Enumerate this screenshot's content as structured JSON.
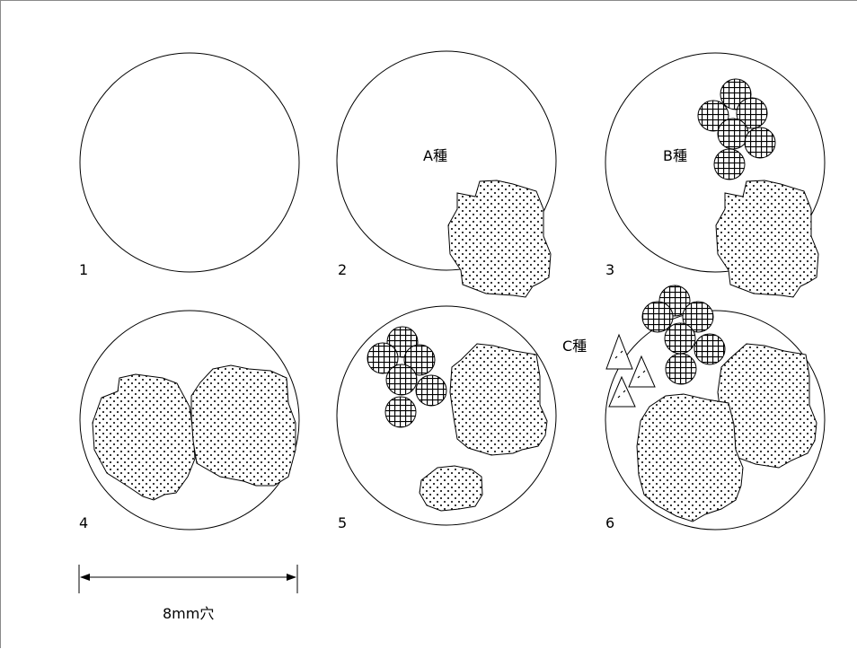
{
  "panels": [
    {
      "label": "1"
    },
    {
      "label": "2",
      "species_label": "A種"
    },
    {
      "label": "3",
      "species_label": "B種"
    },
    {
      "label": "4"
    },
    {
      "label": "5"
    },
    {
      "label": "6",
      "species_label": "C種"
    }
  ],
  "scale_bar": {
    "label": "8mm穴"
  }
}
